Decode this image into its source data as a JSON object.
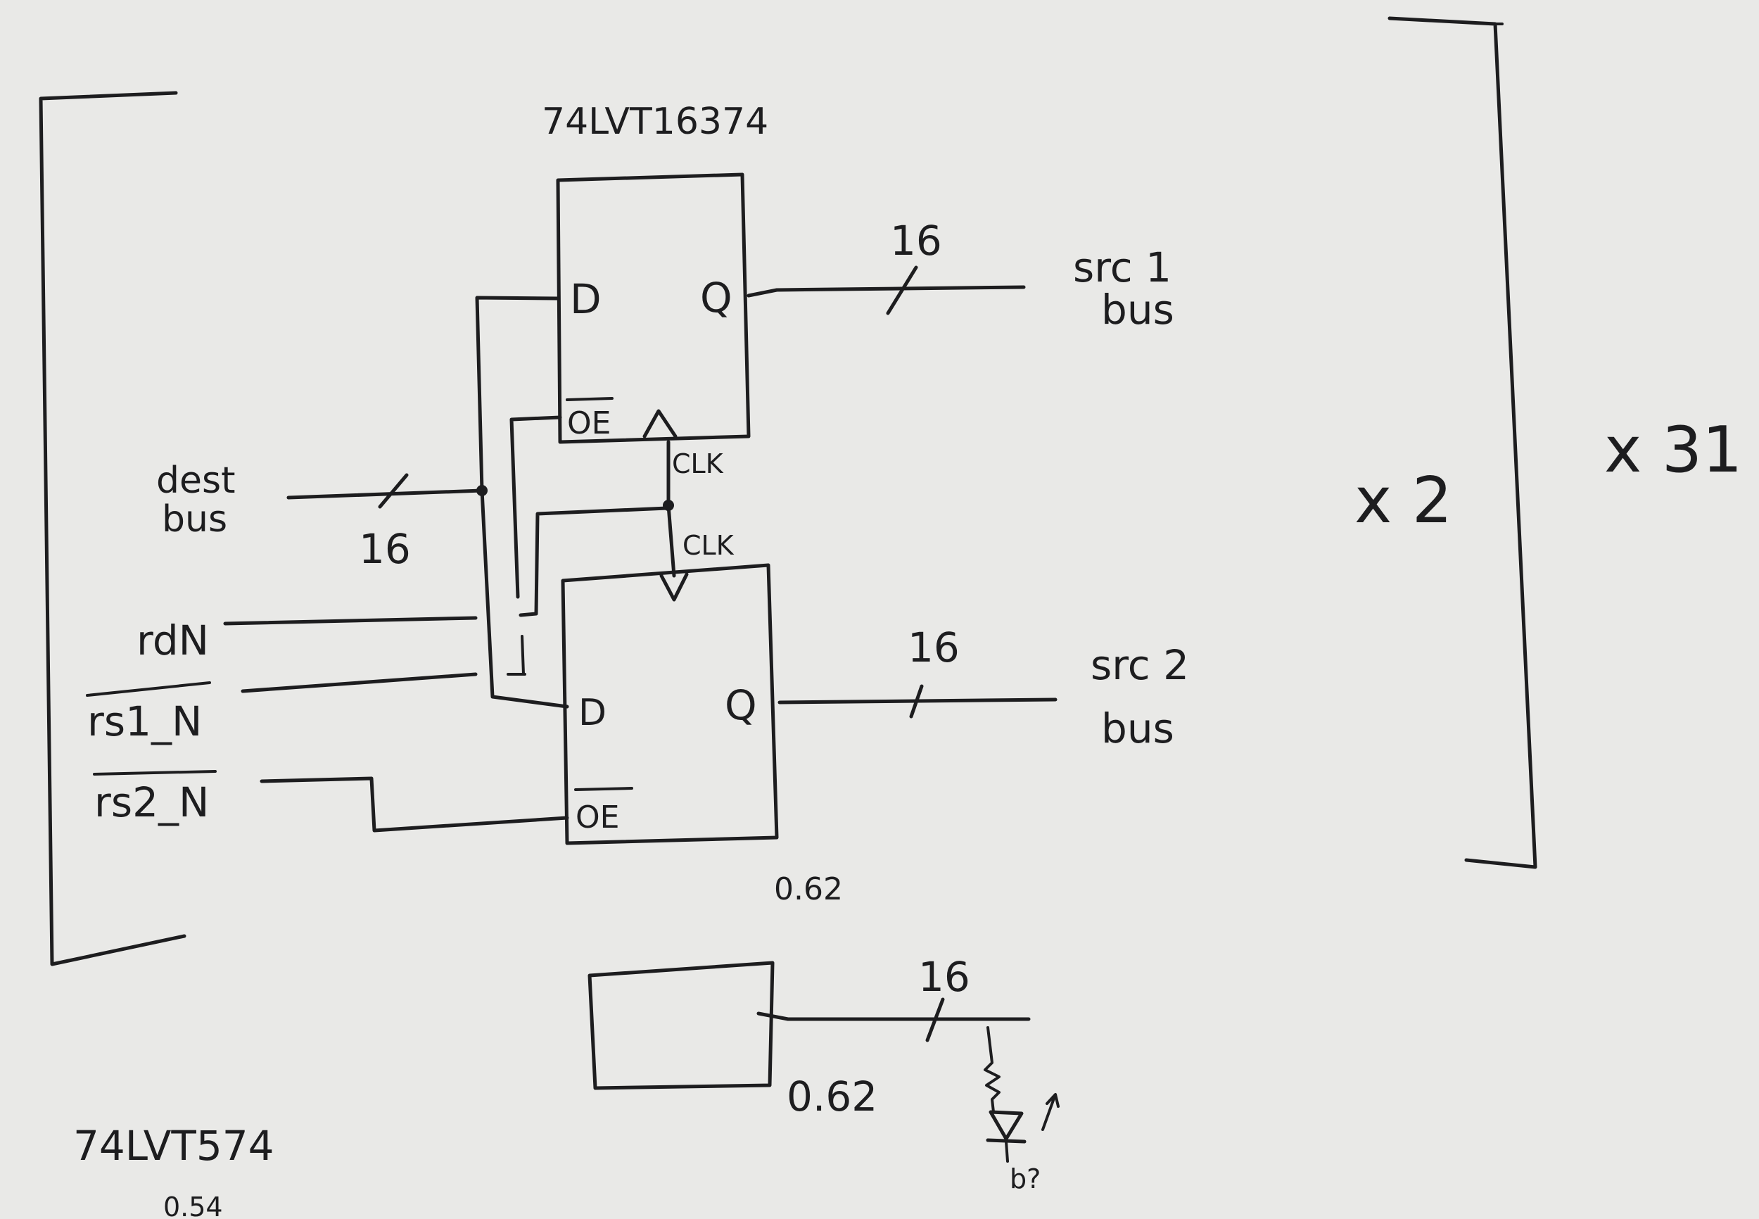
{
  "chips": {
    "top_part": "74LVT16374",
    "bottom_part": "74LVT574"
  },
  "flipflop_top": {
    "d": "D",
    "q": "Q",
    "oe": "OE",
    "clk": "CLK"
  },
  "flipflop_bottom": {
    "d": "D",
    "q": "Q",
    "oe": "OE",
    "clk": "CLK"
  },
  "buses": {
    "dest_line1": "dest",
    "dest_line2": "bus",
    "dest_width": "16",
    "src1_line1": "src 1",
    "src1_line2": "bus",
    "src1_width": "16",
    "src2_line1": "src 2",
    "src2_line2": "bus",
    "src2_width": "16",
    "led_bus_width": "16"
  },
  "signals": {
    "rd": "rdN",
    "rs1": "rs1_N",
    "rs2": "rs2_N"
  },
  "multipliers": {
    "inner": "x 2",
    "outer": "x 31"
  },
  "costs": {
    "flipflop_cost": "0.62",
    "latch_cost": "0.62",
    "led_note": "b?",
    "bottom_note": "0.54"
  }
}
